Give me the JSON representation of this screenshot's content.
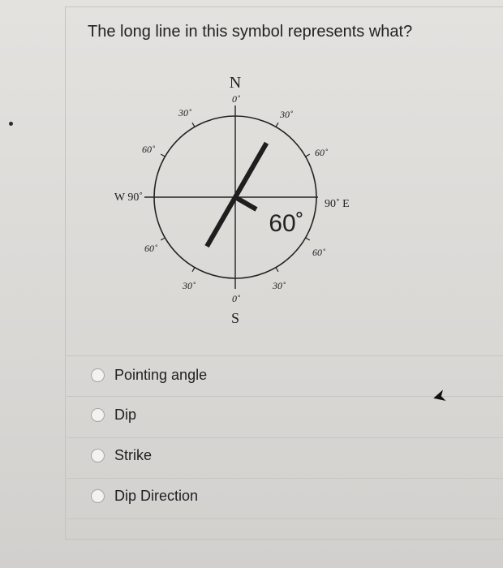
{
  "question": {
    "text": "The long line in this symbol represents what?"
  },
  "diagram": {
    "north_letter": "N",
    "south_letter": "S",
    "west_label": "W 90˚",
    "east_label": "90˚ E",
    "north_deg": "0˚",
    "south_deg": "0˚",
    "deg_30": "30˚",
    "deg_60": "60˚",
    "dip_label": "60˚",
    "strike_bearing_deg": 30,
    "dip_tick_color": "#1e1e1e"
  },
  "options": [
    {
      "label": "Pointing angle"
    },
    {
      "label": "Dip"
    },
    {
      "label": "Strike"
    },
    {
      "label": "Dip Direction"
    }
  ]
}
